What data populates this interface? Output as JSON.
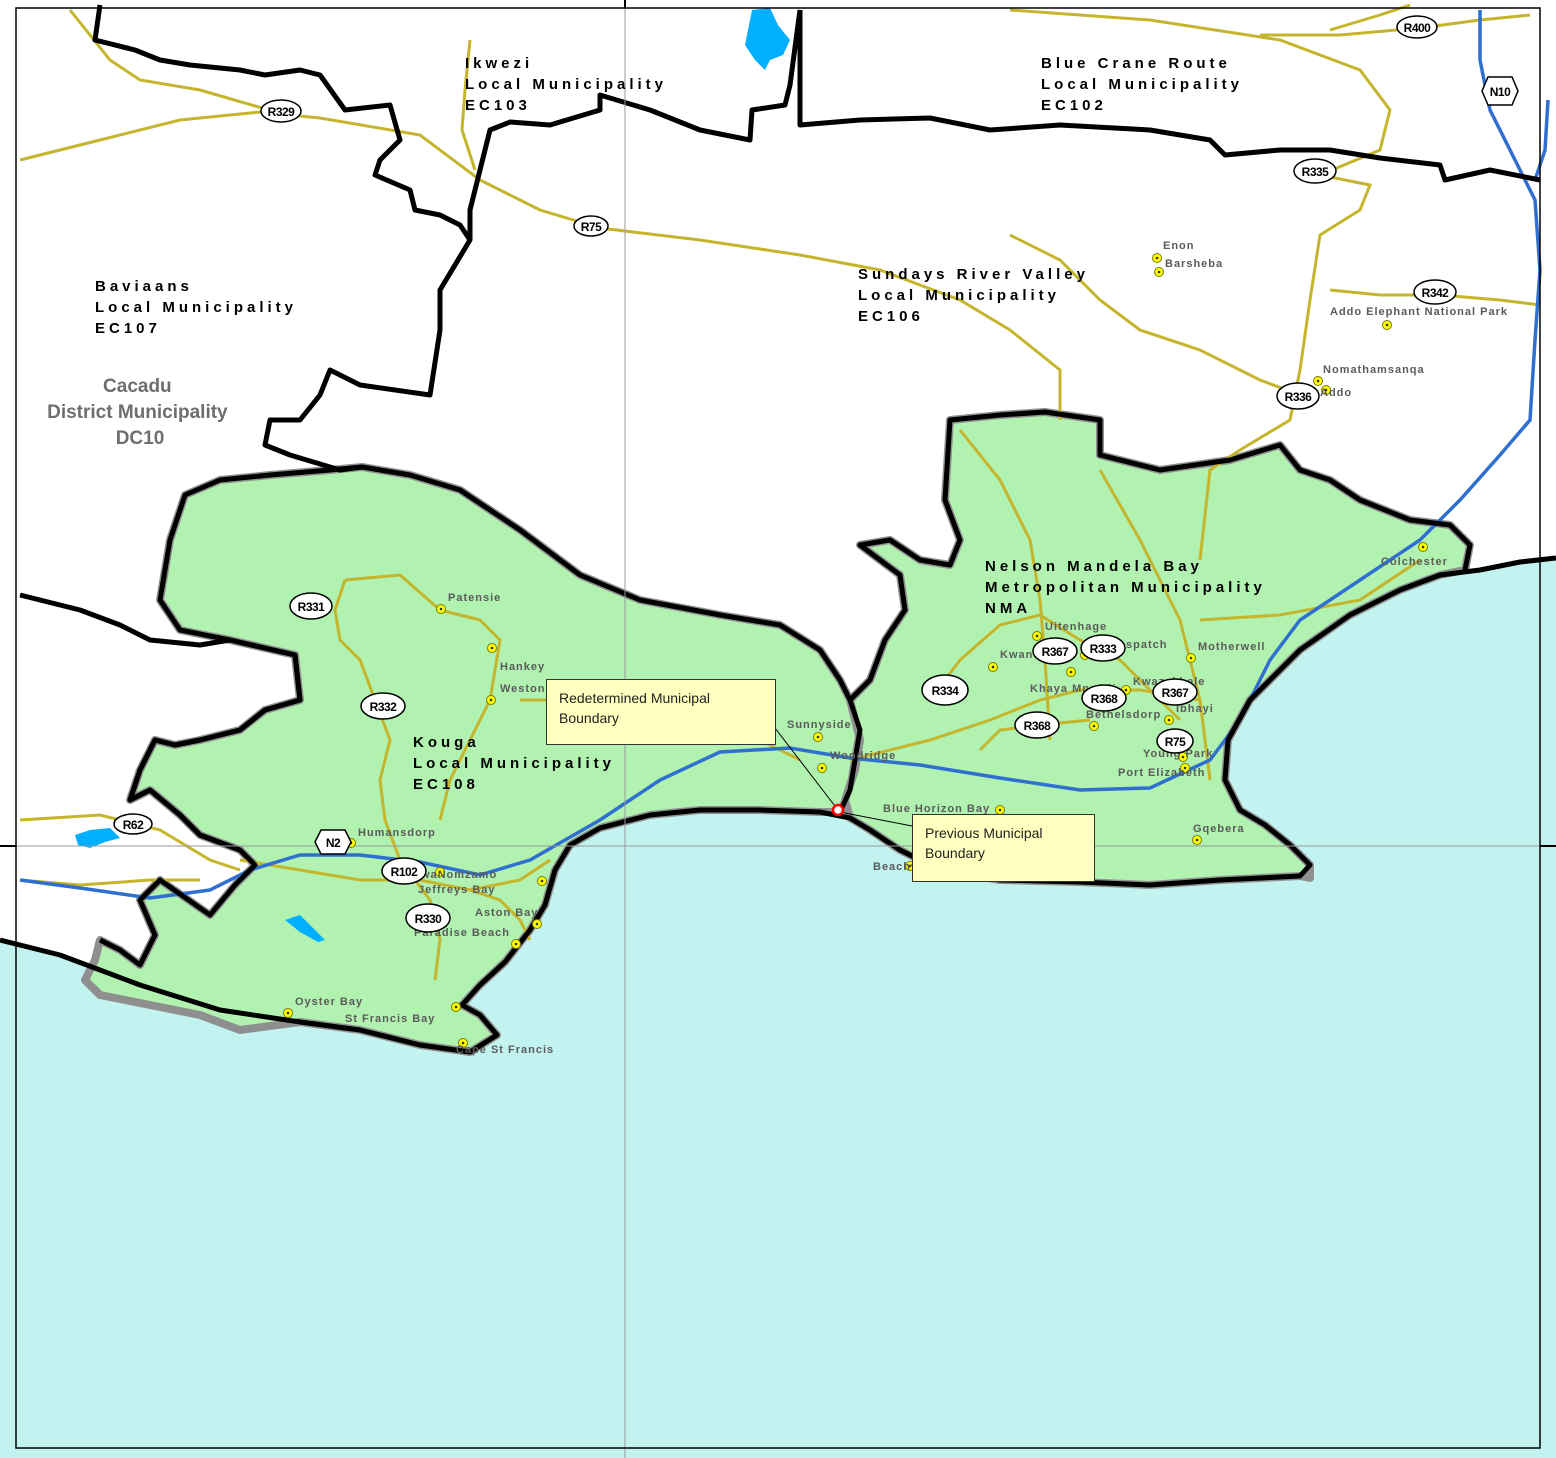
{
  "districts": [
    {
      "id": "cacadu",
      "lines": [
        "Cacadu",
        "District Municipality",
        "DC10"
      ]
    }
  ],
  "municipalities": [
    {
      "id": "ikwezi",
      "lines": [
        "Ikwezi",
        "Local Municipality",
        "EC103"
      ]
    },
    {
      "id": "blue-crane",
      "lines": [
        "Blue Crane Route",
        "Local Municipality",
        "EC102"
      ]
    },
    {
      "id": "baviaans",
      "lines": [
        "Baviaans",
        "Local Municipality",
        "EC107"
      ]
    },
    {
      "id": "sundays",
      "lines": [
        "Sundays River Valley",
        "Local Municipality",
        "EC106"
      ]
    },
    {
      "id": "nelson-mandela",
      "lines": [
        "Nelson Mandela Bay",
        "Metropolitan Municipality",
        "NMA"
      ]
    },
    {
      "id": "kouga",
      "lines": [
        "Kouga",
        "Local Municipality",
        "EC108"
      ]
    }
  ],
  "towns": [
    "Enon",
    "Barsheba",
    "Addo Elephant National Park",
    "Nomathamsanqa",
    "Addo",
    "Colchester",
    "Patensie",
    "Hankey",
    "Weston",
    "Uitenhage",
    "Kwanobuhle",
    "Despatch",
    "Motherwell",
    "Khaya Mnandi",
    "Kwazakhele",
    "Bethelsdorp",
    "Ibhayi",
    "Young Park",
    "Port Elizabeth",
    "Sunnyside",
    "Woodridge",
    "Blue Horizon Bay",
    "Gqebera",
    "Beachview",
    "Humansdorp",
    "KwaNomzamo",
    "Jeffreys Bay",
    "Aston Bay",
    "Paradise Beach",
    "Oyster Bay",
    "St Francis Bay",
    "Cape St Francis"
  ],
  "roads": [
    "R400",
    "N10",
    "R329",
    "R335",
    "R75",
    "R342",
    "R336",
    "R331",
    "R332",
    "R334",
    "R367",
    "R333",
    "R368",
    "R62",
    "N2",
    "R102",
    "R330"
  ],
  "callouts": {
    "redetermined": "Redetermined Municipal Boundary",
    "previous": "Previous Municipal Boundary"
  },
  "colors": {
    "sea": "#c3f3f1",
    "land": "#ffffff",
    "affected_area": "#b1f2b1",
    "boundary": "#000000",
    "road": "#c5b52d",
    "national_road": "#2f6fd0",
    "water": "#00b0ff",
    "town_marker": "#ffff00",
    "callout_fill": "#ffffc0",
    "change_marker": "#ff0000"
  }
}
